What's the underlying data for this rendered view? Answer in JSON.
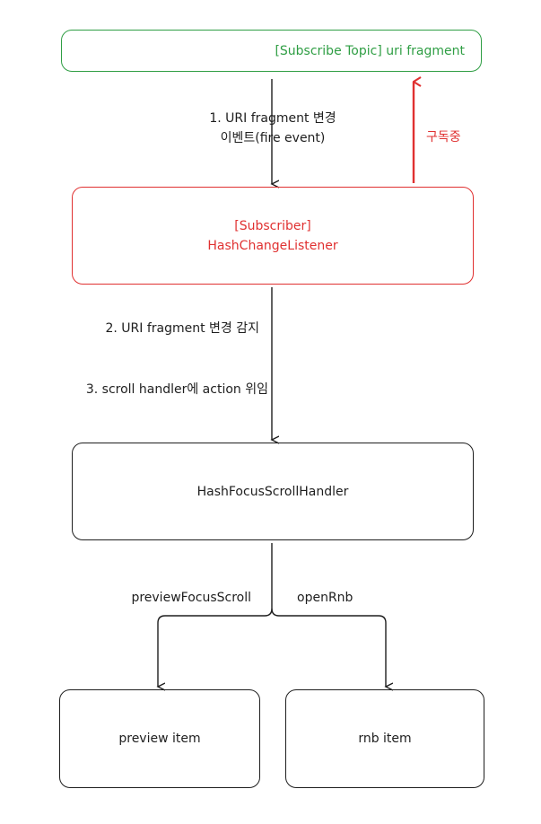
{
  "nodes": {
    "topic": "[Subscribe Topic] uri fragment",
    "subscriber_line1": "[Subscriber]",
    "subscriber_line2": "HashChangeListener",
    "handler": "HashFocusScrollHandler",
    "preview_item": "preview item",
    "rnb_item": "rnb item"
  },
  "edges": {
    "fire_event_line1": "1. URI fragment 변경",
    "fire_event_line2": "이벤트(fire event)",
    "subscribing": "구독중",
    "detect_change": "2. URI fragment 변경 감지",
    "delegate_action": "3. scroll handler에 action 위임",
    "preview_focus_scroll": "previewFocusScroll",
    "open_rnb": "openRnb"
  },
  "colors": {
    "green": "#2f9e44",
    "red": "#e03131",
    "ink": "#1e1e1e"
  }
}
